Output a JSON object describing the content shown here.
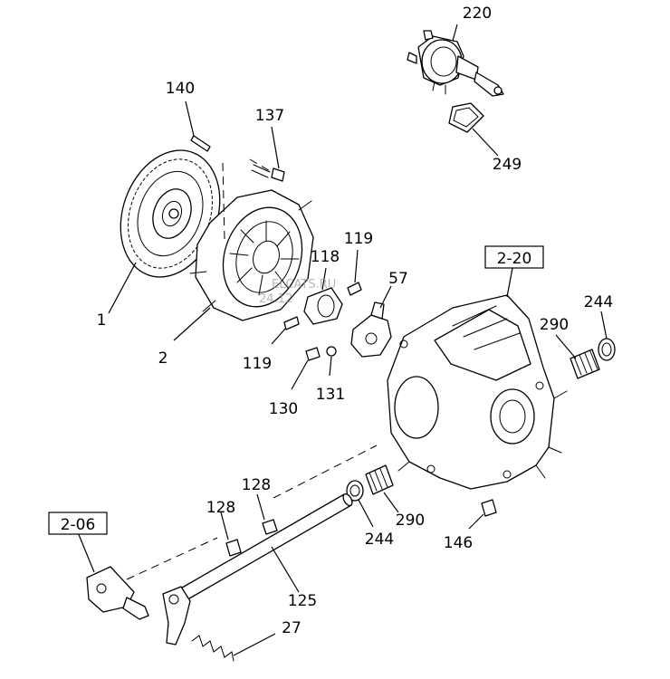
{
  "callouts": {
    "c220": "220",
    "c249": "249",
    "c140": "140",
    "c137": "137",
    "c1": "1",
    "c2": "2",
    "c118": "118",
    "c119a": "119",
    "c119b": "119",
    "c57": "57",
    "c130": "130",
    "c131": "131",
    "c244a": "244",
    "c290a": "290",
    "c290b": "290",
    "c244b": "244",
    "c146": "146",
    "c128a": "128",
    "c128b": "128",
    "c125": "125",
    "c27": "27"
  },
  "refs": {
    "r220": "2-20",
    "r206": "2-06"
  },
  "watermark": {
    "line1": "ELCATS.RU",
    "line2": "24.12"
  }
}
